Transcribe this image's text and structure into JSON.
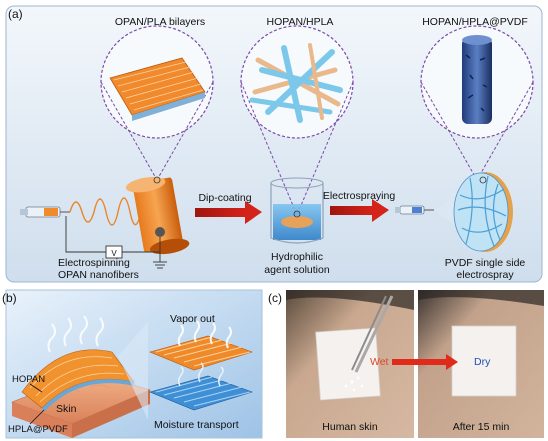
{
  "panel_a": {
    "tag": "(a)",
    "stage_titles": [
      "OPAN/PLA bilayers",
      "HOPAN/HPLA",
      "HOPAN/HPLA@PVDF"
    ],
    "arrow_labels": [
      "Dip-coating",
      "Electrospraying"
    ],
    "captions": {
      "electrospin_line1": "Electrospinning",
      "electrospin_line2": "OPAN nanofibers",
      "hydro_line1": "Hydrophilic",
      "hydro_line2": "agent solution",
      "pvdf_line1": "PVDF single side",
      "pvdf_line2": "electrospray"
    },
    "voltage_symbol": "V"
  },
  "panel_b": {
    "tag": "(b)",
    "labels": {
      "vapor": "Vapor out",
      "moisture": "Moisture transport",
      "hopan": "HOPAN",
      "skin": "Skin",
      "hpla": "HPLA@PVDF"
    }
  },
  "panel_c": {
    "tag": "(c)",
    "labels": {
      "wet": "Wet",
      "dry": "Dry",
      "human_skin": "Human skin",
      "after": "After 15 min"
    },
    "colors": {
      "wet": "#d9472b",
      "dry": "#1f4fb5"
    }
  }
}
